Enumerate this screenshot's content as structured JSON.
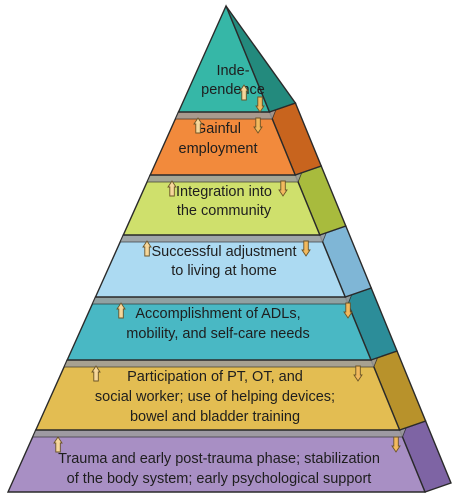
{
  "diagram": {
    "levels": [
      {
        "id": "trauma-phase",
        "lines": [
          "Trauma and early post-trauma phase; stabilization",
          "of the body system; early psychological support"
        ],
        "color": "#a88fc4",
        "side_color": "#7e64a4"
      },
      {
        "id": "participation",
        "lines": [
          "Participation of PT, OT, and",
          "social worker; use of helping devices;",
          "bowel and bladder training"
        ],
        "color": "#e3bd52",
        "side_color": "#b8922b"
      },
      {
        "id": "adls",
        "lines": [
          "Accomplishment of ADLs,",
          "mobility, and self-care needs"
        ],
        "color": "#49b8c4",
        "side_color": "#2c8d99"
      },
      {
        "id": "living-at-home",
        "lines": [
          "Successful adjustment",
          "to living at home"
        ],
        "color": "#acdaf2",
        "side_color": "#7fb6d6"
      },
      {
        "id": "community",
        "lines": [
          "Integration into",
          "the community"
        ],
        "color": "#cfe06c",
        "side_color": "#a8bb3d"
      },
      {
        "id": "employment",
        "lines": [
          "Gainful",
          "employment"
        ],
        "color": "#f28a3c",
        "side_color": "#c8641e"
      },
      {
        "id": "independence",
        "lines": [
          "Inde-",
          "pendence"
        ],
        "color": "#36b7a7",
        "side_color": "#238a7d"
      }
    ],
    "colors": {
      "outline": "#2a2a2a",
      "ledge": "#9d9d9d",
      "arrow_up": "#f6d79b",
      "arrow_down": "#f2b95e",
      "arrow_outline": "#6b5427"
    }
  }
}
